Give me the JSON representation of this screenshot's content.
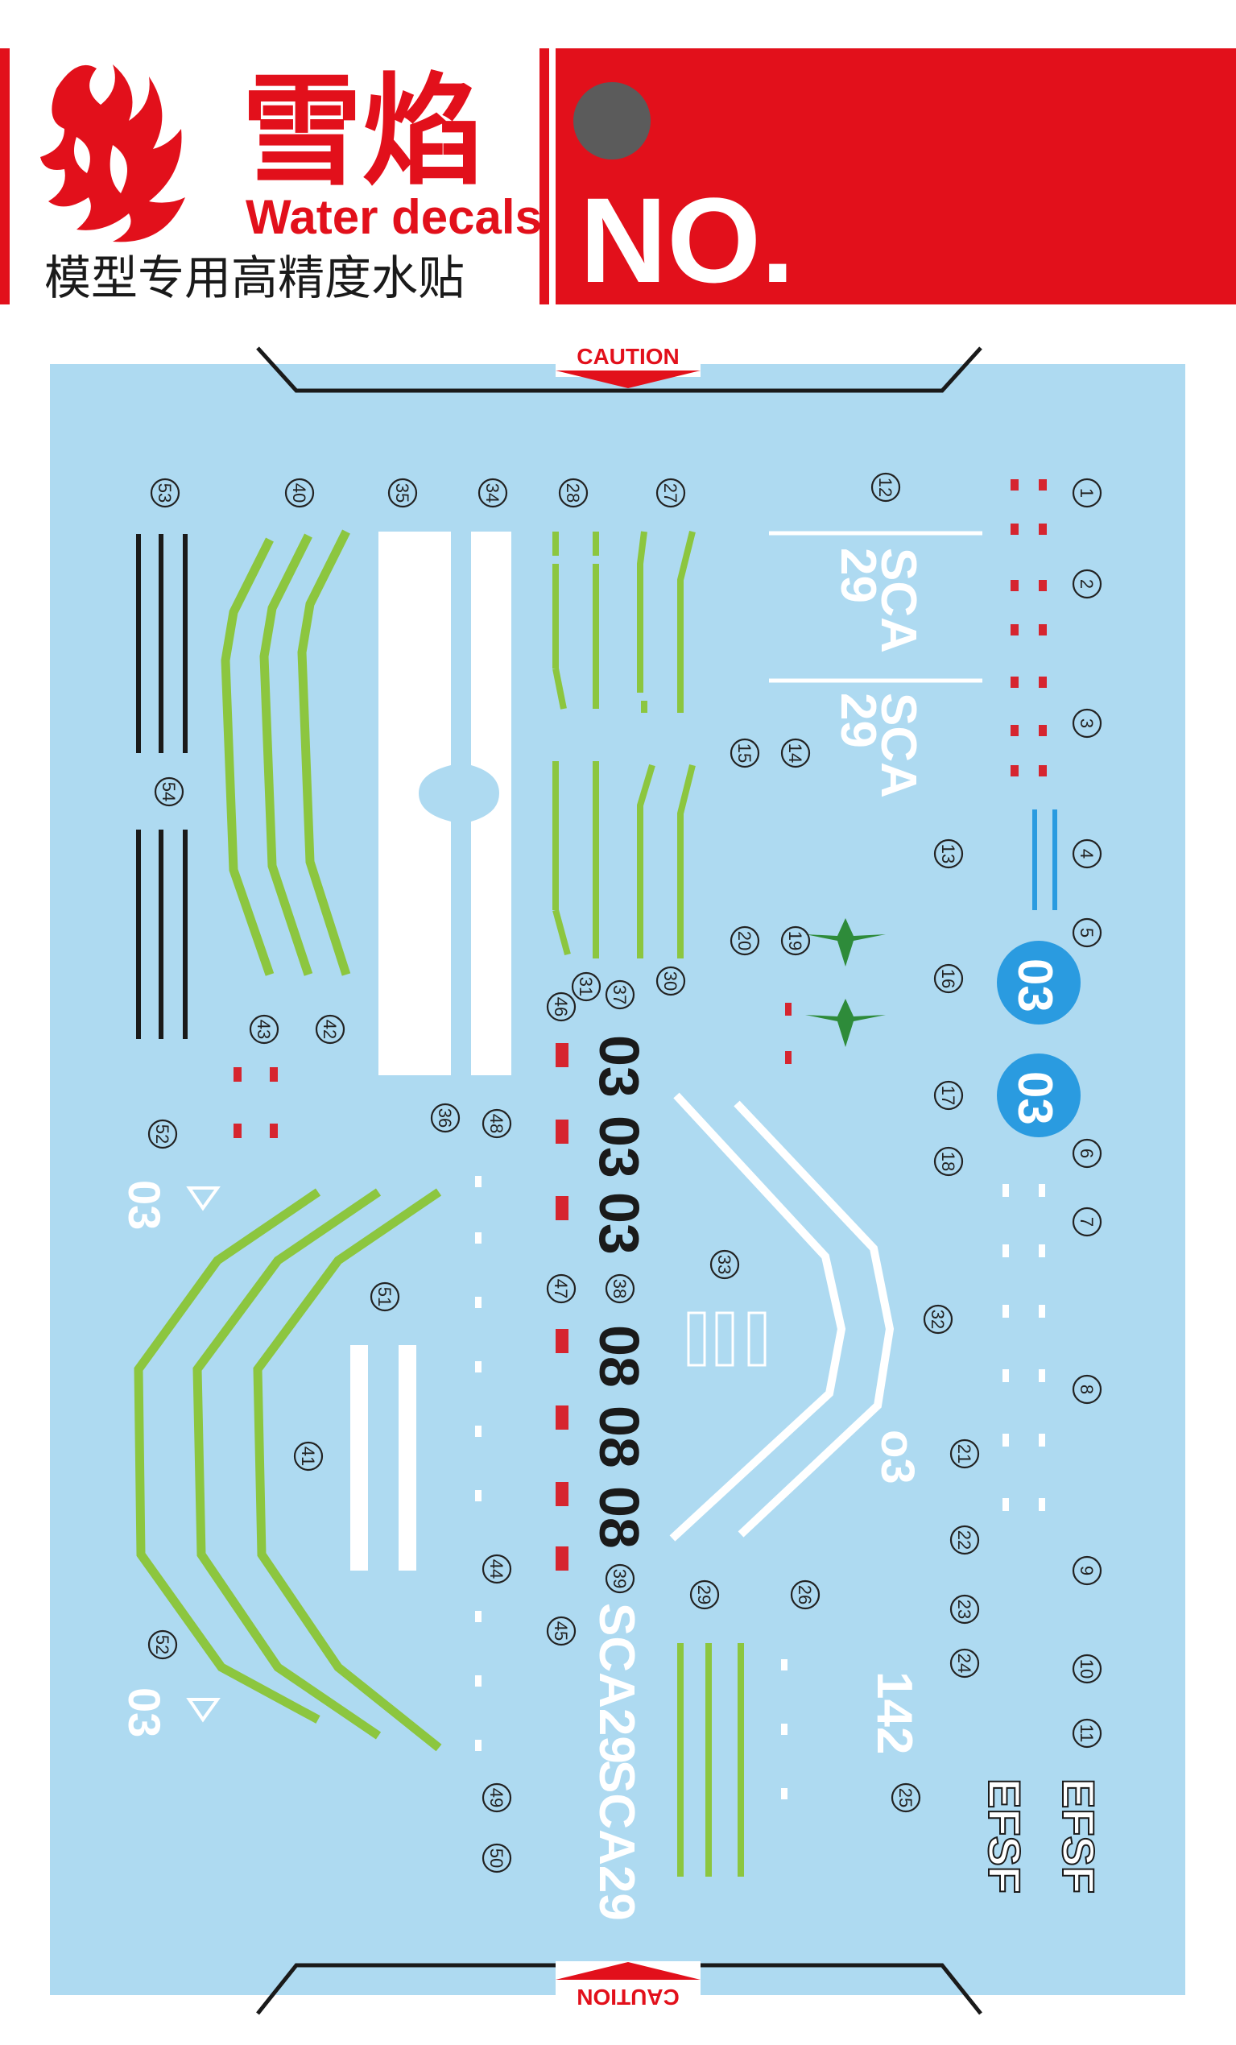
{
  "brand": {
    "chinese_name": "雪焰",
    "english_name": "Water decals",
    "tagline": "模型专用高精度水贴",
    "number_label": "NO."
  },
  "caution": {
    "top": "CAUTION",
    "bottom": "CAUTION"
  },
  "colors": {
    "brand_red": "#e2101b",
    "sheet_blue": "#aedaf1",
    "stripe_green": "#8cc63f",
    "accent_blue": "#2a9be0",
    "ink_black": "#1a1a1a"
  },
  "decals": {
    "big_03": "03",
    "big_08": "08",
    "sca": "SCA",
    "n29": "29",
    "sca29": "SCA29",
    "n142": "142",
    "efsf": "EFSF",
    "small_o3": "o3"
  },
  "labels": {
    "n1": "1",
    "n2": "2",
    "n3": "3",
    "n4": "4",
    "n5": "5",
    "n6": "6",
    "n7": "7",
    "n8": "8",
    "n9": "9",
    "n10": "10",
    "n11": "11",
    "n12": "12",
    "n13": "13",
    "n14": "14",
    "n15": "15",
    "n16": "16",
    "n17": "17",
    "n18": "18",
    "n19": "19",
    "n20": "20",
    "n21": "21",
    "n22": "22",
    "n23": "23",
    "n24": "24",
    "n25": "25",
    "n26": "26",
    "n27": "27",
    "n28": "28",
    "n29": "29",
    "n30": "30",
    "n31": "31",
    "n32": "32",
    "n33": "33",
    "n34": "34",
    "n35": "35",
    "n36": "36",
    "n37": "37",
    "n38": "38",
    "n39": "39",
    "n40": "40",
    "n41": "41",
    "n42": "42",
    "n43": "43",
    "n44": "44",
    "n45": "45",
    "n46": "46",
    "n47": "47",
    "n48": "48",
    "n49": "49",
    "n50": "50",
    "n51": "51",
    "n52": "52",
    "n53": "53",
    "n54": "54"
  }
}
